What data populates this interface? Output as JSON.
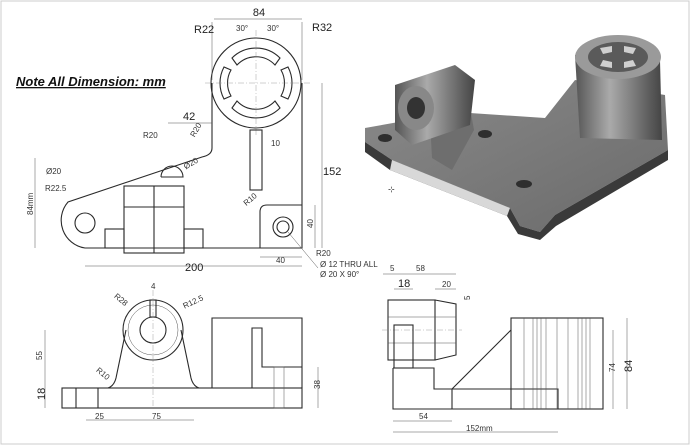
{
  "note": "Note All Dimension: mm",
  "top_view": {
    "dims": {
      "d84": "84",
      "r22": "R22",
      "r32": "R32",
      "a30l": "30°",
      "a30r": "30°",
      "d42": "42",
      "r20a": "R20",
      "r20b": "R20",
      "dia20a": "Ø20",
      "dia20b": "Ø20",
      "r22_5": "R22.5",
      "d84mm": "84mm",
      "d10": "10",
      "d152": "152",
      "r10": "R10",
      "d40v": "40",
      "r20c": "R20",
      "d40h": "40",
      "d200": "200",
      "hole1": "Ø 12 THRU ALL",
      "hole2": "Ø 20 X 90°"
    }
  },
  "front_view": {
    "dims": {
      "d4": "4",
      "r28": "R28",
      "r12_5": "R12.5",
      "d55": "55",
      "r10": "R10",
      "d18": "18",
      "d25": "25",
      "d75": "75",
      "d38": "38"
    }
  },
  "side_view": {
    "dims": {
      "d5a": "5",
      "d58": "58",
      "d18": "18",
      "d20": "20",
      "d5b": "5",
      "d74": "74",
      "d84": "84",
      "d54": "54",
      "d152": "152mm"
    }
  }
}
